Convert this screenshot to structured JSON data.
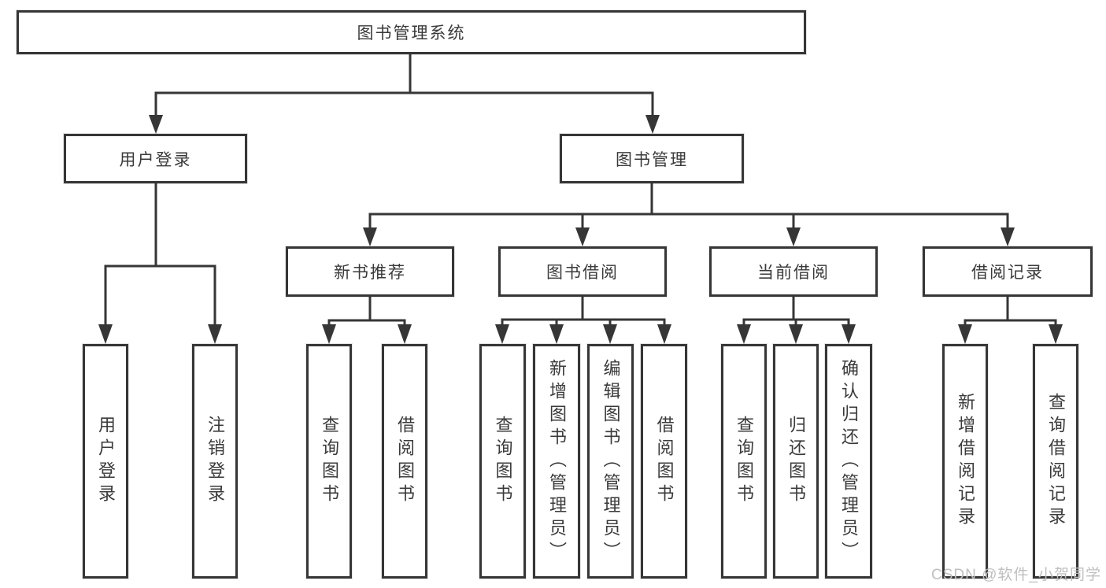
{
  "diagram_type": "function-structure-tree",
  "colors": {
    "background": "#ffffff",
    "box_border": "#363636",
    "line": "#363636",
    "text": "#3a3a3a",
    "watermark": "#bfbfbf"
  },
  "tree": {
    "label": "图书管理系统",
    "children": [
      {
        "label": "用户登录",
        "children": [
          {
            "label": "用户登录"
          },
          {
            "label": "注销登录"
          }
        ]
      },
      {
        "label": "图书管理",
        "children": [
          {
            "label": "新书推荐",
            "children": [
              {
                "label": "查询图书"
              },
              {
                "label": "借阅图书"
              }
            ]
          },
          {
            "label": "图书借阅",
            "children": [
              {
                "label": "查询图书"
              },
              {
                "label": "新增图书（管理员）"
              },
              {
                "label": "编辑图书（管理员）"
              },
              {
                "label": "借阅图书"
              }
            ]
          },
          {
            "label": "当前借阅",
            "children": [
              {
                "label": "查询图书"
              },
              {
                "label": "归还图书"
              },
              {
                "label": "确认归还（管理员）"
              }
            ]
          },
          {
            "label": "借阅记录",
            "children": [
              {
                "label": "新增借阅记录"
              },
              {
                "label": "查询借阅记录"
              }
            ]
          }
        ]
      }
    ]
  },
  "watermark": {
    "text": "CSDN @软件_小贺同学"
  }
}
